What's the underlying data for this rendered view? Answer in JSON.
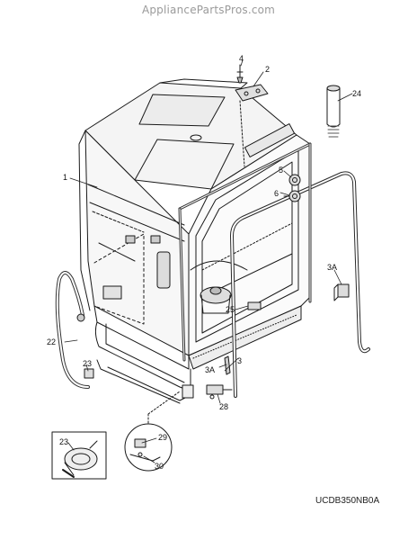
{
  "header": {
    "watermark": "AppliancePartsPros.com"
  },
  "diagram": {
    "model_code": "UCDB350NB0A",
    "callouts": {
      "c1": "1",
      "c2": "2",
      "c3": "3",
      "c3a_upper": "3A",
      "c3a_lower": "3A",
      "c4": "4",
      "c5": "5",
      "c6": "6",
      "c22": "22",
      "c23_hose": "23",
      "c23_inset": "23",
      "c24": "24",
      "c25": "25",
      "c28": "28",
      "c29": "29",
      "c30": "30"
    }
  }
}
